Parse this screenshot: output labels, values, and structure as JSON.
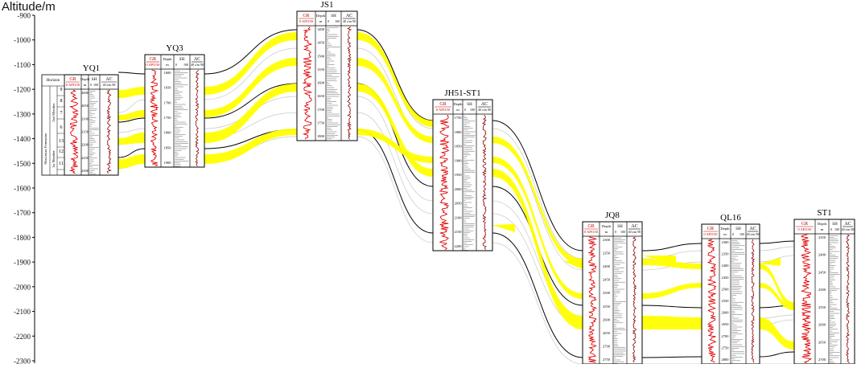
{
  "figure": {
    "y_axis_title": "Altitude/m",
    "y_ticks": [
      -900,
      -1000,
      -1100,
      -1200,
      -1300,
      -1400,
      -1500,
      -1600,
      -1700,
      -1800,
      -1900,
      -2000,
      -2100,
      -2200,
      -2300
    ],
    "colors": {
      "sand": "#ffff00",
      "gr_curve": "#e00000",
      "ac_curve": "#8b0000",
      "correlation_line": "#000000",
      "faint_line": "#c8c8c8"
    }
  },
  "track_headers": {
    "gr": "GR",
    "gr_scale": "0 API150",
    "depth": "Depth",
    "depth_unit": "m",
    "sh": "SH",
    "sh_scale_left": "0",
    "sh_scale_right": "100",
    "ac": "AC",
    "ac_scale": "40 s/m 90"
  },
  "yq1_extra": {
    "horizon": "Horizon",
    "zones": [
      "9",
      "8",
      "7",
      "6",
      "13",
      "12",
      "11"
    ],
    "formation_labels": [
      "Shaximiao Formation",
      "1st Member",
      "2nd Member"
    ]
  },
  "wells": [
    {
      "name": "YQ1",
      "depth_labels": [
        "2000",
        "2050",
        "2100",
        "2150",
        "2200",
        "2250",
        "2300"
      ]
    },
    {
      "name": "YQ3",
      "depth_labels": [
        "1600",
        "1650",
        "1700",
        "1750",
        "1800",
        "1850",
        "1900"
      ]
    },
    {
      "name": "JS1",
      "depth_labels": [
        "1400",
        "1450",
        "1500",
        "1550",
        "1600",
        "1650",
        "1700",
        "1750",
        "1800"
      ]
    },
    {
      "name": "JH51-ST1",
      "depth_labels": [
        "1750",
        "1800",
        "1850",
        "1900",
        "1950",
        "2000",
        "2050",
        "2100",
        "2150",
        "2200"
      ]
    },
    {
      "name": "JQ8",
      "depth_labels": [
        "2300",
        "2350",
        "2400",
        "2450",
        "2500",
        "2550",
        "2600",
        "2650",
        "2700",
        "2750"
      ]
    },
    {
      "name": "QL16",
      "depth_labels": [
        "2300",
        "2350",
        "2400",
        "2450",
        "2500",
        "2550",
        "2600",
        "2650",
        "2700",
        "2750",
        "2800"
      ]
    },
    {
      "name": "ST1",
      "depth_labels": [
        "2350",
        "2400",
        "2450",
        "2500",
        "2550",
        "2600",
        "2650",
        "2700"
      ]
    }
  ]
}
